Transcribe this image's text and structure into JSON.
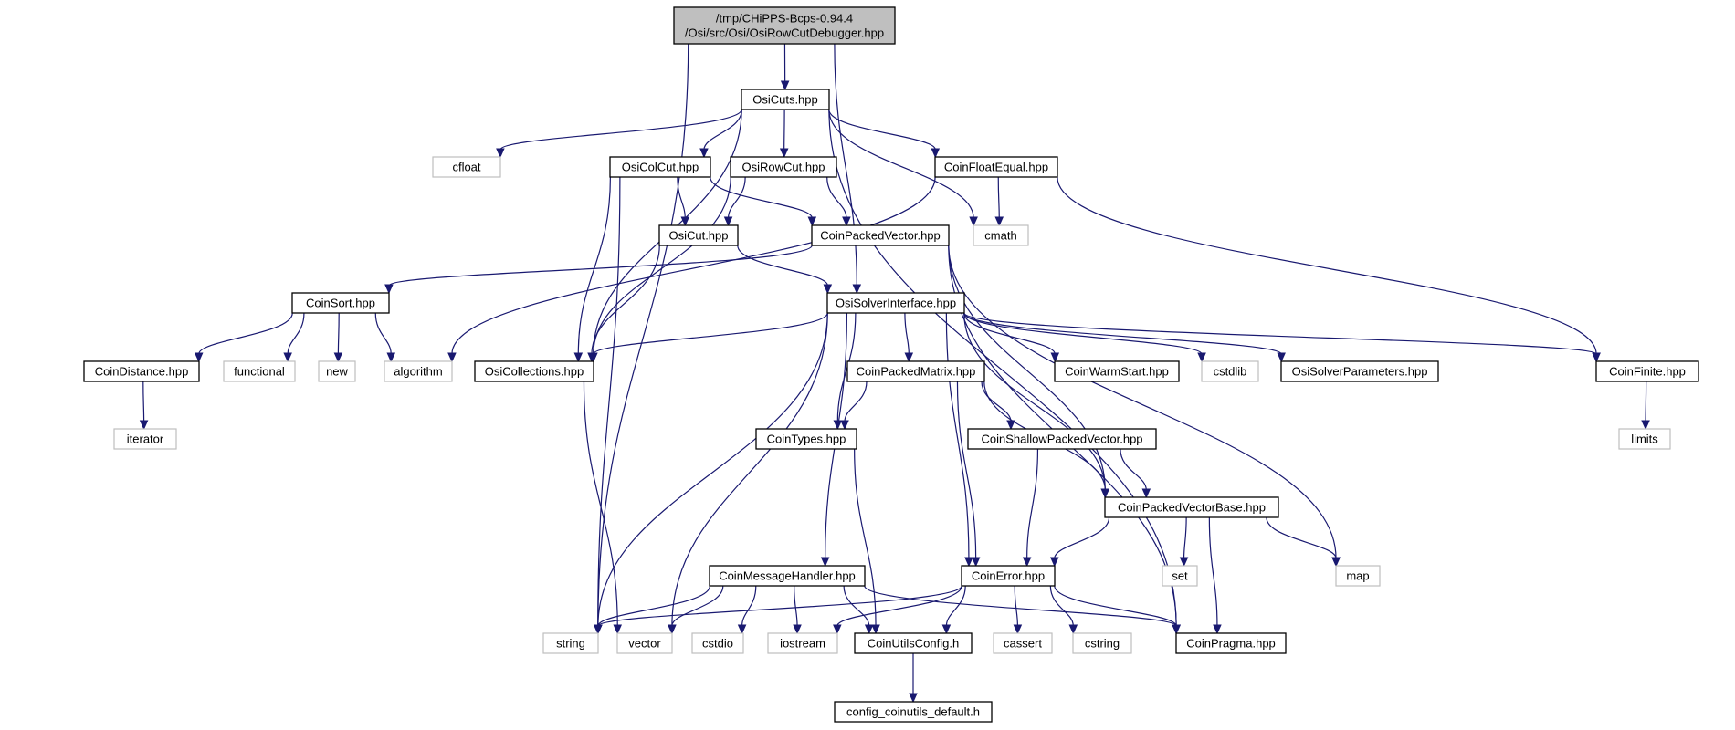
{
  "diagram": {
    "nodes": [
      {
        "id": "root",
        "kind": "root",
        "lines": [
          "/tmp/CHiPPS-Bcps-0.94.4",
          "/Osi/src/Osi/OsiRowCutDebugger.hpp"
        ]
      },
      {
        "id": "osicuts",
        "kind": "local",
        "lines": [
          "OsiCuts.hpp"
        ]
      },
      {
        "id": "cfloat",
        "kind": "system",
        "lines": [
          "cfloat"
        ]
      },
      {
        "id": "osicolcut",
        "kind": "local",
        "lines": [
          "OsiColCut.hpp"
        ]
      },
      {
        "id": "osirowcut",
        "kind": "local",
        "lines": [
          "OsiRowCut.hpp"
        ]
      },
      {
        "id": "coinfloatequal",
        "kind": "local",
        "lines": [
          "CoinFloatEqual.hpp"
        ]
      },
      {
        "id": "osicut",
        "kind": "local",
        "lines": [
          "OsiCut.hpp"
        ]
      },
      {
        "id": "coinpackedvector",
        "kind": "local",
        "lines": [
          "CoinPackedVector.hpp"
        ]
      },
      {
        "id": "cmath",
        "kind": "system",
        "lines": [
          "cmath"
        ]
      },
      {
        "id": "coinsort",
        "kind": "local",
        "lines": [
          "CoinSort.hpp"
        ]
      },
      {
        "id": "osisolverinterface",
        "kind": "local",
        "lines": [
          "OsiSolverInterface.hpp"
        ]
      },
      {
        "id": "coindistance",
        "kind": "local",
        "lines": [
          "CoinDistance.hpp"
        ]
      },
      {
        "id": "functional",
        "kind": "system",
        "lines": [
          "functional"
        ]
      },
      {
        "id": "new",
        "kind": "system",
        "lines": [
          "new"
        ]
      },
      {
        "id": "algorithm",
        "kind": "system",
        "lines": [
          "algorithm"
        ]
      },
      {
        "id": "osicollections",
        "kind": "local",
        "lines": [
          "OsiCollections.hpp"
        ]
      },
      {
        "id": "coinpackedmatrix",
        "kind": "local",
        "lines": [
          "CoinPackedMatrix.hpp"
        ]
      },
      {
        "id": "coinwarmstart",
        "kind": "local",
        "lines": [
          "CoinWarmStart.hpp"
        ]
      },
      {
        "id": "cstdlib",
        "kind": "system",
        "lines": [
          "cstdlib"
        ]
      },
      {
        "id": "osisolverparameters",
        "kind": "local",
        "lines": [
          "OsiSolverParameters.hpp"
        ]
      },
      {
        "id": "coinfinite",
        "kind": "local",
        "lines": [
          "CoinFinite.hpp"
        ]
      },
      {
        "id": "iterator",
        "kind": "system",
        "lines": [
          "iterator"
        ]
      },
      {
        "id": "cointypes",
        "kind": "local",
        "lines": [
          "CoinTypes.hpp"
        ]
      },
      {
        "id": "coinshallowpackedvector",
        "kind": "local",
        "lines": [
          "CoinShallowPackedVector.hpp"
        ]
      },
      {
        "id": "limits",
        "kind": "system",
        "lines": [
          "limits"
        ]
      },
      {
        "id": "coinpackedvectorbase",
        "kind": "local",
        "lines": [
          "CoinPackedVectorBase.hpp"
        ]
      },
      {
        "id": "coinmessagehandler",
        "kind": "local",
        "lines": [
          "CoinMessageHandler.hpp"
        ]
      },
      {
        "id": "coinerror",
        "kind": "local",
        "lines": [
          "CoinError.hpp"
        ]
      },
      {
        "id": "set",
        "kind": "system",
        "lines": [
          "set"
        ]
      },
      {
        "id": "map",
        "kind": "system",
        "lines": [
          "map"
        ]
      },
      {
        "id": "string",
        "kind": "system",
        "lines": [
          "string"
        ]
      },
      {
        "id": "vector",
        "kind": "system",
        "lines": [
          "vector"
        ]
      },
      {
        "id": "cstdio",
        "kind": "system",
        "lines": [
          "cstdio"
        ]
      },
      {
        "id": "iostream",
        "kind": "system",
        "lines": [
          "iostream"
        ]
      },
      {
        "id": "coinutilsconfig",
        "kind": "local",
        "lines": [
          "CoinUtilsConfig.h"
        ]
      },
      {
        "id": "cassert",
        "kind": "system",
        "lines": [
          "cassert"
        ]
      },
      {
        "id": "cstring",
        "kind": "system",
        "lines": [
          "cstring"
        ]
      },
      {
        "id": "coinpragma",
        "kind": "local",
        "lines": [
          "CoinPragma.hpp"
        ]
      },
      {
        "id": "configdefault",
        "kind": "local",
        "lines": [
          "config_coinutils_default.h"
        ]
      }
    ],
    "edges": [
      [
        "root",
        "osicuts"
      ],
      [
        "root",
        "string"
      ],
      [
        "root",
        "osisolverinterface"
      ],
      [
        "osicuts",
        "cfloat"
      ],
      [
        "osicuts",
        "osicolcut"
      ],
      [
        "osicuts",
        "osirowcut"
      ],
      [
        "osicuts",
        "coinfloatequal"
      ],
      [
        "osicuts",
        "osicollections"
      ],
      [
        "osicuts",
        "cmath"
      ],
      [
        "osicuts",
        "coinpragma"
      ],
      [
        "osicolcut",
        "osicut"
      ],
      [
        "osicolcut",
        "coinpackedvector"
      ],
      [
        "osicolcut",
        "osicollections"
      ],
      [
        "osicolcut",
        "string"
      ],
      [
        "osirowcut",
        "osicut"
      ],
      [
        "osirowcut",
        "coinpackedvector"
      ],
      [
        "osirowcut",
        "osicollections"
      ],
      [
        "coinfloatequal",
        "cmath"
      ],
      [
        "coinfloatequal",
        "coinfinite"
      ],
      [
        "coinfloatequal",
        "algorithm"
      ],
      [
        "osicut",
        "osisolverinterface"
      ],
      [
        "osicut",
        "osicollections"
      ],
      [
        "coinpackedvector",
        "coinsort"
      ],
      [
        "coinpackedvector",
        "coinpackedvectorbase"
      ],
      [
        "coinpackedvector",
        "map"
      ],
      [
        "coinpackedvector",
        "coinpragma"
      ],
      [
        "coinsort",
        "coindistance"
      ],
      [
        "coinsort",
        "functional"
      ],
      [
        "coinsort",
        "new"
      ],
      [
        "coinsort",
        "algorithm"
      ],
      [
        "coindistance",
        "iterator"
      ],
      [
        "osisolverinterface",
        "osicollections"
      ],
      [
        "osisolverinterface",
        "coinpackedmatrix"
      ],
      [
        "osisolverinterface",
        "coinwarmstart"
      ],
      [
        "osisolverinterface",
        "cstdlib"
      ],
      [
        "osisolverinterface",
        "osisolverparameters"
      ],
      [
        "osisolverinterface",
        "coinfinite"
      ],
      [
        "osisolverinterface",
        "cointypes"
      ],
      [
        "osisolverinterface",
        "coinmessagehandler"
      ],
      [
        "osisolverinterface",
        "coinerror"
      ],
      [
        "osisolverinterface",
        "coinpackedvectorbase"
      ],
      [
        "osisolverinterface",
        "string"
      ],
      [
        "osisolverinterface",
        "vector"
      ],
      [
        "osicollections",
        "vector"
      ],
      [
        "coinpackedmatrix",
        "cointypes"
      ],
      [
        "coinpackedmatrix",
        "coinshallowpackedvector"
      ],
      [
        "coinpackedmatrix",
        "coinerror"
      ],
      [
        "coinpackedmatrix",
        "coinpackedvectorbase"
      ],
      [
        "coinfinite",
        "limits"
      ],
      [
        "cointypes",
        "coinutilsconfig"
      ],
      [
        "coinshallowpackedvector",
        "coinpackedvectorbase"
      ],
      [
        "coinshallowpackedvector",
        "coinerror"
      ],
      [
        "coinpackedvectorbase",
        "coinerror"
      ],
      [
        "coinpackedvectorbase",
        "set"
      ],
      [
        "coinpackedvectorbase",
        "map"
      ],
      [
        "coinpackedvectorbase",
        "coinpragma"
      ],
      [
        "coinmessagehandler",
        "string"
      ],
      [
        "coinmessagehandler",
        "vector"
      ],
      [
        "coinmessagehandler",
        "cstdio"
      ],
      [
        "coinmessagehandler",
        "iostream"
      ],
      [
        "coinmessagehandler",
        "coinutilsconfig"
      ],
      [
        "coinmessagehandler",
        "coinpragma"
      ],
      [
        "coinerror",
        "string"
      ],
      [
        "coinerror",
        "iostream"
      ],
      [
        "coinerror",
        "coinutilsconfig"
      ],
      [
        "coinerror",
        "cassert"
      ],
      [
        "coinerror",
        "cstring"
      ],
      [
        "coinerror",
        "coinpragma"
      ],
      [
        "coinutilsconfig",
        "configdefault"
      ]
    ]
  }
}
